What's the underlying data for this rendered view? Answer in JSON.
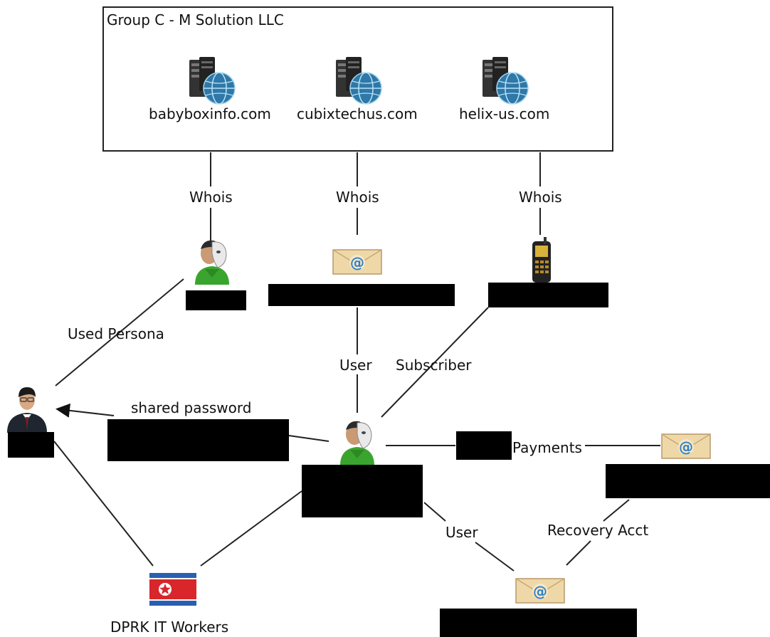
{
  "group": {
    "title": "Group C - M Solution LLC"
  },
  "domains": [
    {
      "name": "babyboxinfo.com",
      "icon": "server-globe-icon"
    },
    {
      "name": "cubixtechus.com",
      "icon": "server-globe-icon"
    },
    {
      "name": "helix-us.com",
      "icon": "server-globe-icon"
    }
  ],
  "edges": {
    "whois_1": "Whois",
    "whois_2": "Whois",
    "whois_3": "Whois",
    "used_persona": "Used Persona",
    "user_1": "User",
    "subscriber": "Subscriber",
    "shared_password": "shared password",
    "payments": "Payments",
    "user_2": "User",
    "recovery_acct": "Recovery Acct"
  },
  "nodes": {
    "dprk": {
      "label": "DPRK IT Workers",
      "icon": "north-korea-flag-icon"
    },
    "persona_top": {
      "icon": "masked-person-icon"
    },
    "email_top": {
      "icon": "email-envelope-icon"
    },
    "phone": {
      "icon": "mobile-phone-icon"
    },
    "businessman": {
      "icon": "businessman-icon"
    },
    "persona_center": {
      "icon": "masked-person-icon"
    },
    "email_right": {
      "icon": "email-envelope-icon"
    },
    "email_bottom": {
      "icon": "email-envelope-icon"
    }
  },
  "colors": {
    "line": "#222222",
    "redaction": "#000000",
    "flag_blue": "#2a5fb0",
    "flag_red": "#d8262b"
  }
}
